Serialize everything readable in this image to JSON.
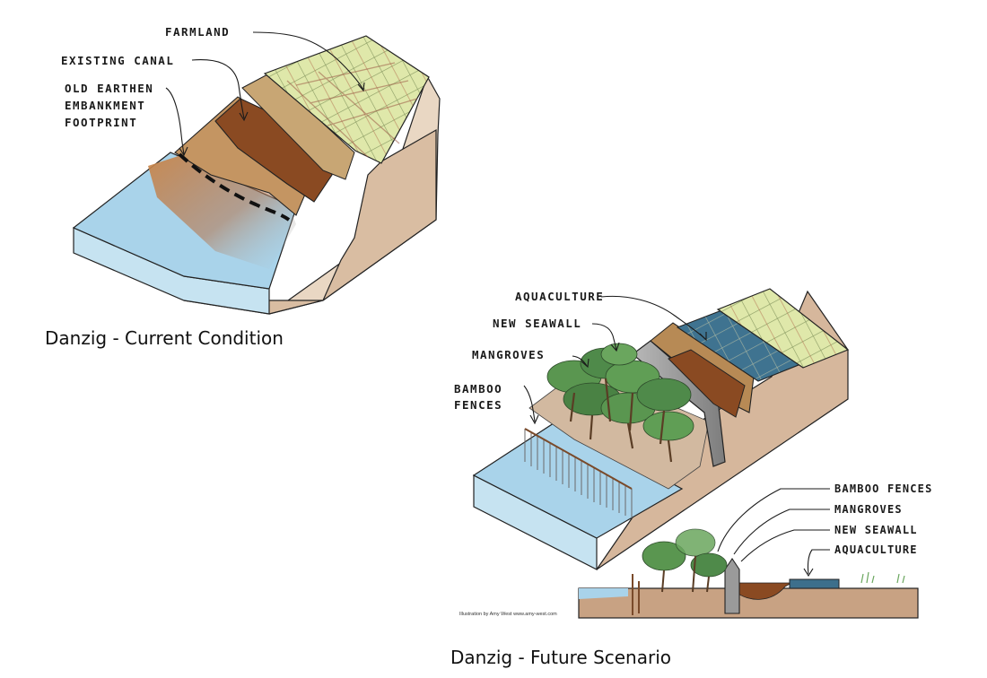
{
  "figures": [
    {
      "id": "current",
      "caption": "Danzig - Current Condition",
      "labels": [
        "FARMLAND",
        "EXISTING CANAL",
        "OLD EARTHEN",
        "EMBANKMENT",
        "FOOTPRINT"
      ]
    },
    {
      "id": "future",
      "caption": "Danzig - Future Scenario",
      "labels": [
        "AQUACULTURE",
        "NEW SEAWALL",
        "MANGROVES",
        "BAMBOO",
        "FENCES"
      ],
      "section_labels": [
        "BAMBOO FENCES",
        "MANGROVES",
        "NEW SEAWALL",
        "AQUACULTURE"
      ],
      "credit": "Illustration by Amy West www.amy-west.com"
    }
  ],
  "colors": {
    "water": "#a9d3ea",
    "water_side": "#c6e3f1",
    "soil": "#cdb39b",
    "embankment": "#b78a55",
    "canal": "#8a4a22",
    "farmland": "#dce6a6",
    "aquaculture": "#3d6f8c",
    "seawall": "#9a9a9a",
    "mangrove": "#4f8a4a"
  }
}
